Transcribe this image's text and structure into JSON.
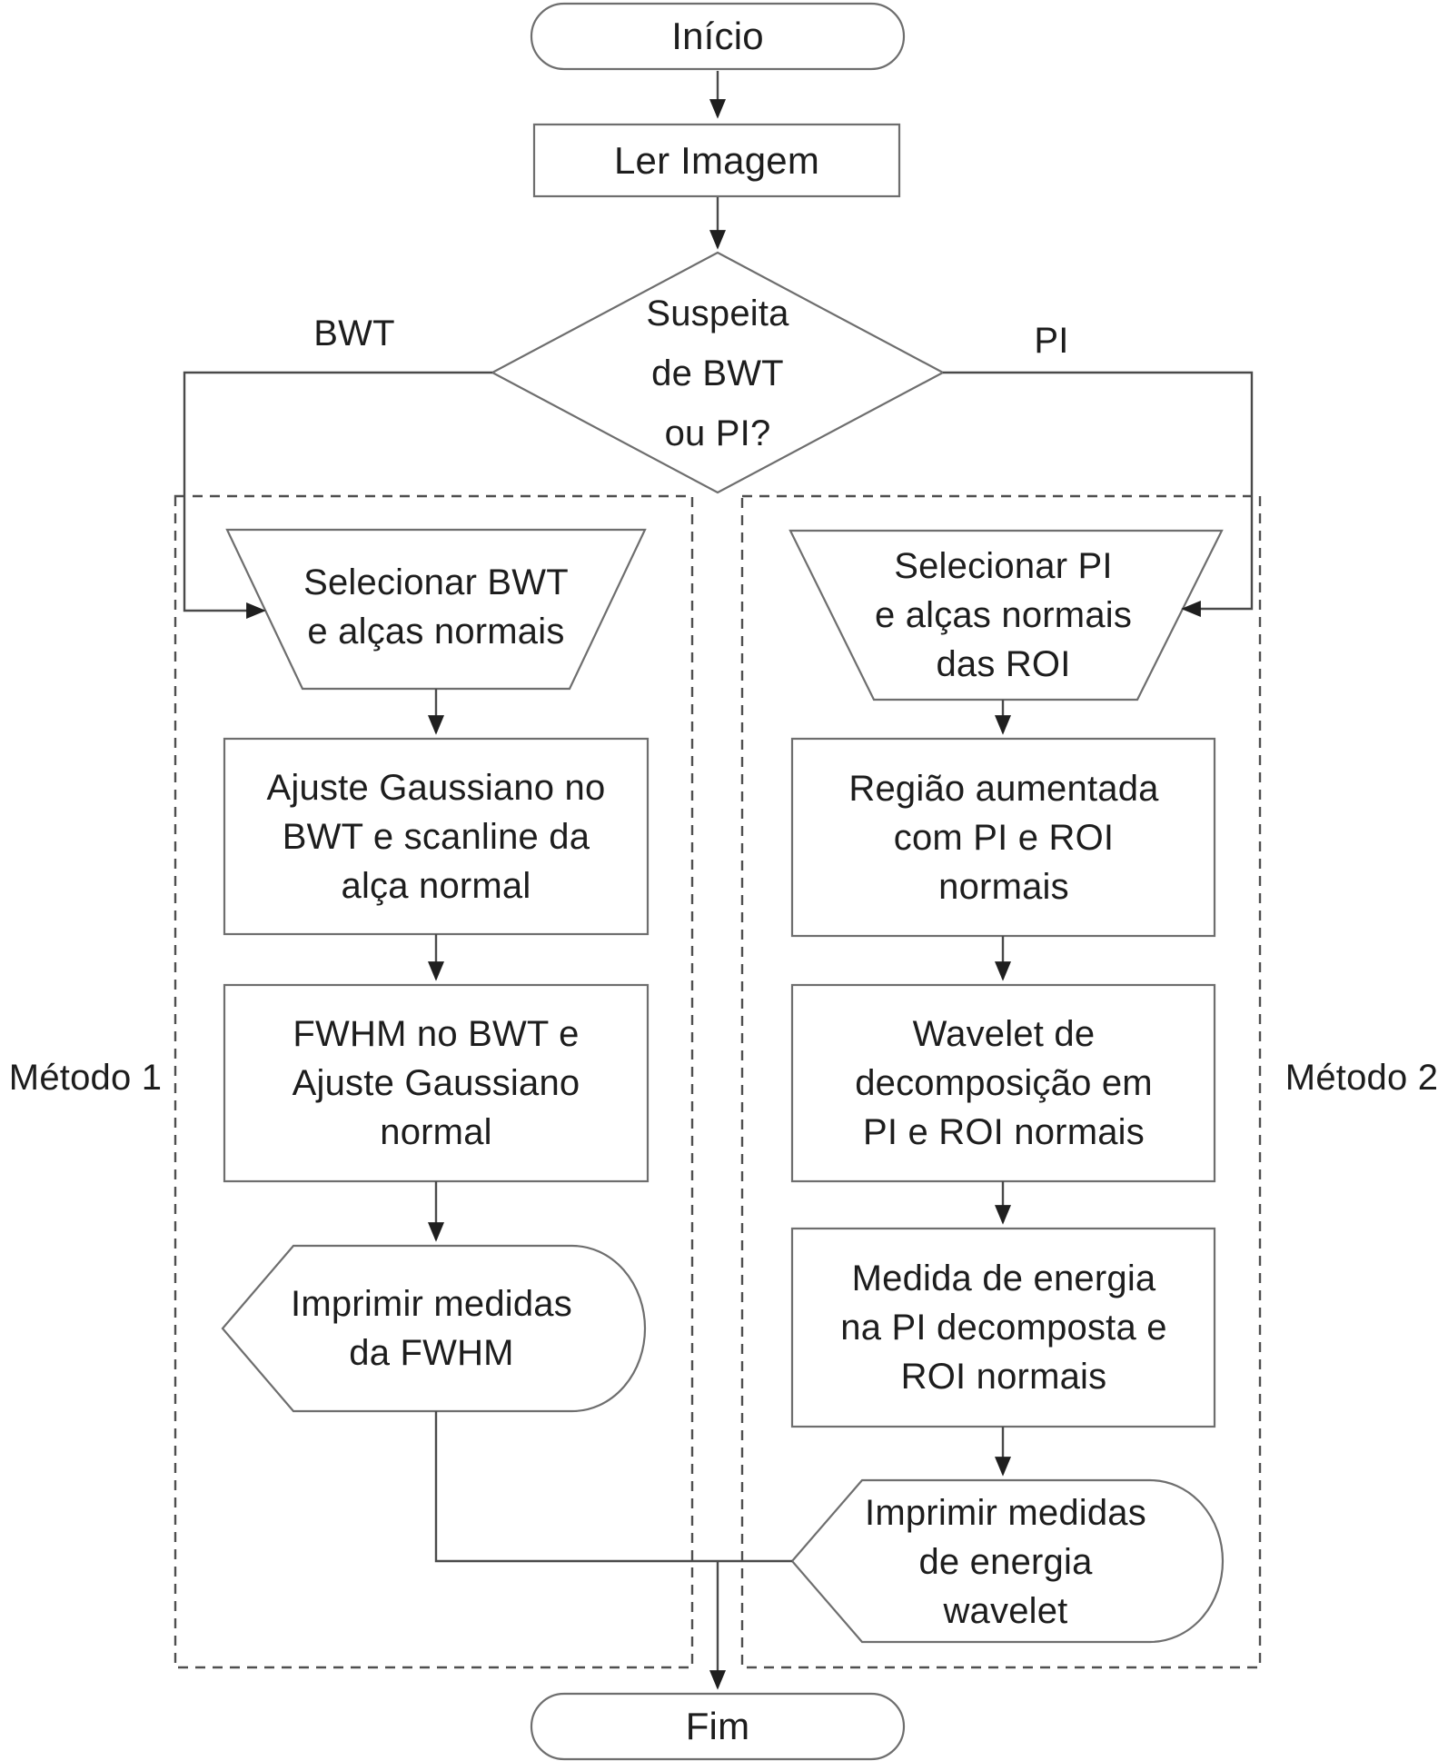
{
  "diagram": {
    "nodes": {
      "inicio": "Início",
      "ler_imagem": "Ler Imagem",
      "decisao": "Suspeita\nde BWT\nou PI?",
      "branch_bwt": "BWT",
      "branch_pi": "PI",
      "metodo1": "Método 1",
      "metodo2": "Método 2",
      "selecionar_bwt": "Selecionar BWT\ne alças normais",
      "ajuste_gaussiano": "Ajuste Gaussiano no\nBWT e scanline da\nalça normal",
      "fwhm": "FWHM no BWT e\nAjuste Gaussiano\nnormal",
      "imprimir_fwhm": "Imprimir medidas\nda FWHM",
      "selecionar_pi": "Selecionar PI\ne alças normais\ndas ROI",
      "regiao_aumentada": "Região aumentada\ncom PI e ROI\nnormais",
      "wavelet": "Wavelet de\ndecomposição em\nPI e ROI normais",
      "medida_energia": "Medida de energia\nna PI decomposta e\nROI normais",
      "imprimir_wavelet": "Imprimir medidas\nde energia\nwavelet",
      "fim": "Fim"
    },
    "colors": {
      "background": "#ffffff",
      "line": "#6e6e6e",
      "dash": "#4f4f4f",
      "arrow": "#4a4a4a",
      "arrowhead": "#1f1f1f",
      "text": "#1d1d1d"
    }
  }
}
